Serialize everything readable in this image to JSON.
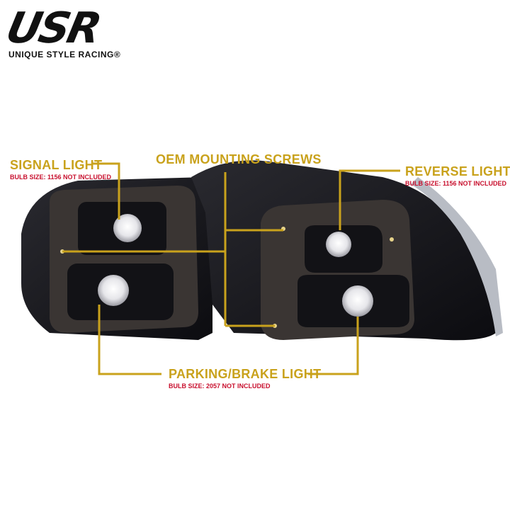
{
  "brand": {
    "logo_mark": "USR",
    "tagline": "UNIQUE STYLE RACING®"
  },
  "callouts": {
    "signal": {
      "title": "SIGNAL LIGHT",
      "bulb_label": "BULB SIZE:",
      "bulb_value": "1156 NOT INCLUDED"
    },
    "oem": {
      "title": "OEM MOUNTING SCREWS"
    },
    "reverse": {
      "title": "REVERSE LIGHT",
      "bulb_label": "BULB SIZE:",
      "bulb_value": "1156 NOT INCLUDED"
    },
    "parking": {
      "title": "PARKING/BRAKE LIGHT",
      "bulb_label": "BULB SIZE:",
      "bulb_value": "2057 NOT INCLUDED"
    }
  },
  "colors": {
    "callout_gold": "#c9a21c",
    "bulb_red": "#c8102e",
    "gasket": "#3a3533",
    "housing": "#15151a"
  }
}
